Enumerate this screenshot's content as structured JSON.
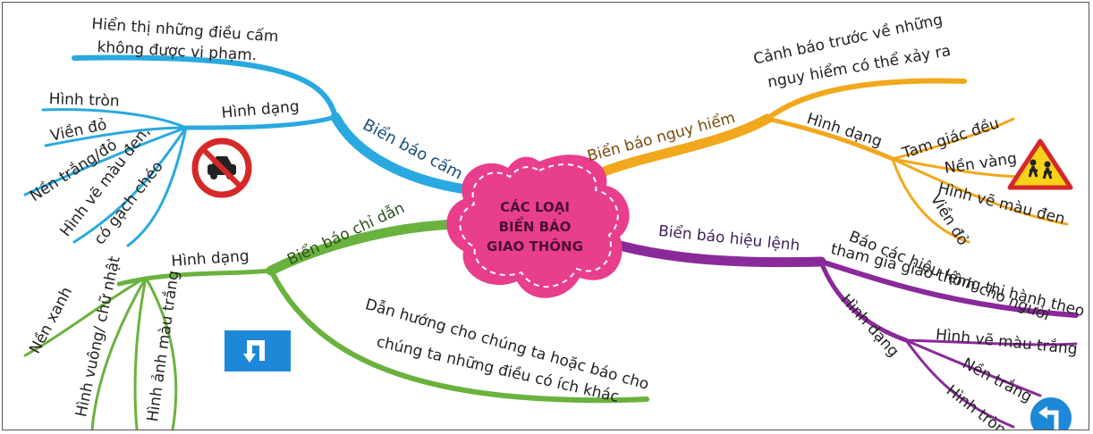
{
  "center": {
    "line1": "CÁC LOẠI",
    "line2": "BIỂN BÁO",
    "line3": "GIAO THÔNG"
  },
  "colors": {
    "prohibit": "#29a9df",
    "danger": "#f2a81d",
    "guide": "#6ab23e",
    "command": "#8a2a9a",
    "center": "#e83e8c"
  },
  "branches": {
    "prohibit": {
      "title": "Biển báo cấm",
      "purpose_line1": "Hiển thị những điều cấm",
      "purpose_line2": "không được vi phạm.",
      "shape_label": "Hình dạng",
      "details": [
        "Hình tròn",
        "Viền đỏ",
        "Nền trắng/đỏ",
        "Hình vẽ màu đen,",
        "có gạch chéo"
      ],
      "icon": "no-car-sign-icon"
    },
    "danger": {
      "title": "Biển báo nguy hiểm",
      "purpose_line1": "Cảnh báo trước về những",
      "purpose_line2": "nguy hiểm có thể xảy ra",
      "shape_label": "Hình dạng",
      "details": [
        "Tam giác đều",
        "Nền vàng",
        "Hình vẽ màu đen",
        "Viền đỏ"
      ],
      "icon": "children-crossing-sign-icon"
    },
    "guide": {
      "title": "Biển báo chỉ dẫn",
      "purpose_line1": "Dẫn hướng cho chúng ta hoặc báo cho",
      "purpose_line2": "chúng ta những điều có ích khác",
      "shape_label": "Hình dạng",
      "details": [
        "Nền xanh",
        "Hình vuông/ chữ nhật",
        "Hình ảnh màu trắng"
      ],
      "icon": "u-turn-square-sign-icon"
    },
    "command": {
      "title": "Biển báo hiệu lệnh",
      "purpose_line1": "Báo các hiệu lệnh cho người",
      "purpose_line2": "tham gia giao thông thi hành theo",
      "shape_label": "Hình dạng",
      "details": [
        "Hình vẽ màu trắng",
        "Nền trắng",
        "Hình tròn"
      ],
      "icon": "turn-left-round-sign-icon"
    }
  }
}
